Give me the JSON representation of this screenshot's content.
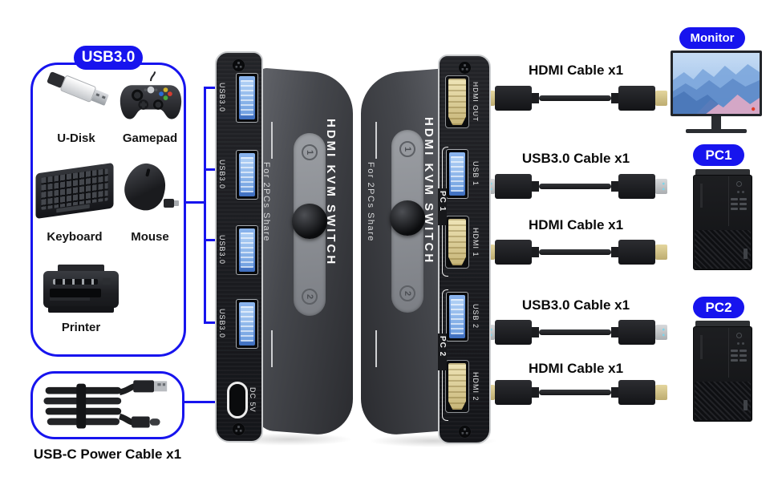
{
  "colors": {
    "accent_blue": "#1714ee",
    "usb_port_blue": "#5a8fdc",
    "hdmi_gold": "#d6c68c",
    "device_body_dark": "#2a2b2f",
    "cable_black": "#1d1e21"
  },
  "usb_devices_box": {
    "badge": "USB3.0",
    "items": [
      {
        "label": "U-Disk"
      },
      {
        "label": "Gamepad"
      },
      {
        "label": "Keyboard"
      },
      {
        "label": "Mouse"
      },
      {
        "label": "Printer"
      }
    ]
  },
  "power_cable_box": {
    "caption": "USB-C Power Cable x1"
  },
  "kvm_switch_left": {
    "title": "HDMI KVM SWITCH",
    "subtitle": "For 2PCs Share",
    "button_1": "1",
    "button_2": "2",
    "usb_port_labels": [
      "USB3.0",
      "USB3.0",
      "USB3.0",
      "USB3.0"
    ],
    "power_port_label": "DC 5V"
  },
  "kvm_switch_right": {
    "title": "HDMI KVM SWITCH",
    "subtitle": "For 2PCs Share",
    "button_1": "1",
    "button_2": "2",
    "ports": [
      {
        "label": "HDMI OUT",
        "type": "hdmi"
      },
      {
        "label": "USB 1",
        "type": "usb"
      },
      {
        "label": "HDMI 1",
        "type": "hdmi"
      },
      {
        "label": "USB 2",
        "type": "usb"
      },
      {
        "label": "HDMI 2",
        "type": "hdmi"
      }
    ],
    "port_groups": [
      {
        "label": "PC 1"
      },
      {
        "label": "PC 2"
      }
    ]
  },
  "cables": [
    {
      "label": "HDMI Cable x1",
      "type": "hdmi"
    },
    {
      "label": "USB3.0 Cable x1",
      "type": "usb"
    },
    {
      "label": "HDMI Cable x1",
      "type": "hdmi"
    },
    {
      "label": "USB3.0 Cable x1",
      "type": "usb"
    },
    {
      "label": "HDMI Cable x1",
      "type": "hdmi"
    }
  ],
  "endpoints": {
    "monitor_badge": "Monitor",
    "pc1_badge": "PC1",
    "pc2_badge": "PC2"
  }
}
